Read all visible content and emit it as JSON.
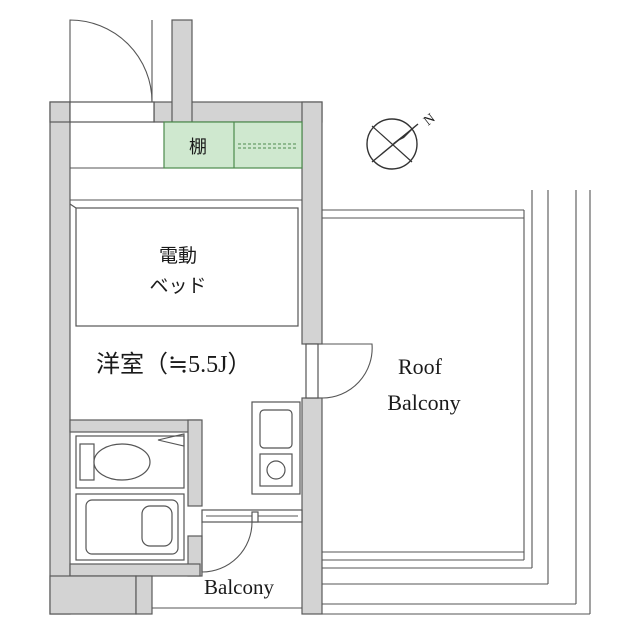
{
  "rooms": {
    "shelf": "棚",
    "bed_line1": "電動",
    "bed_line2": "ベッド",
    "western_room": "洋室（≒5.5J）",
    "roof_balcony_line1": "Roof",
    "roof_balcony_line2": "Balcony",
    "balcony": "Balcony"
  },
  "compass": {
    "north_label": "N"
  },
  "colors": {
    "wall_fill": "#d3d3d3",
    "wall_stroke": "#5a5a5a",
    "shelf_fill": "#cfe8cf",
    "shelf_stroke": "#4c8a4c"
  }
}
